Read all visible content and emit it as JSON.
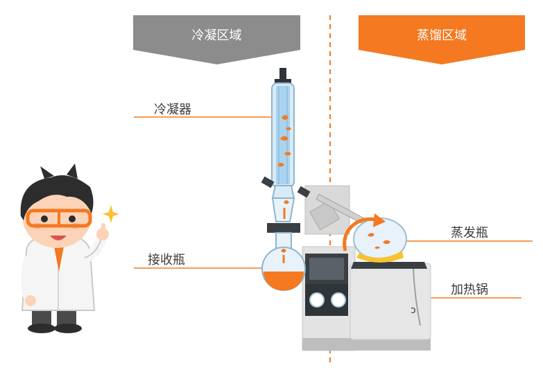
{
  "zones": {
    "condense": {
      "label": "冷凝区域",
      "color": "#8c8c8c"
    },
    "distill": {
      "label": "蒸馏区域",
      "color": "#f47920"
    }
  },
  "labels": {
    "condenser": "冷凝器",
    "receiving_flask": "接收瓶",
    "evaporating_flask": "蒸发瓶",
    "heating_bath": "加热锅"
  },
  "icons": [
    "scientist-character",
    "sparkle-icon",
    "rotary-evaporator",
    "rotation-arrow-icon"
  ],
  "colors": {
    "accent": "#f47920",
    "coolant": "#a9d3ee",
    "glass": "#d8ecf7",
    "device_body": "#d9d9d9",
    "device_dark": "#3a3f44",
    "leader_line": "#f47920"
  }
}
